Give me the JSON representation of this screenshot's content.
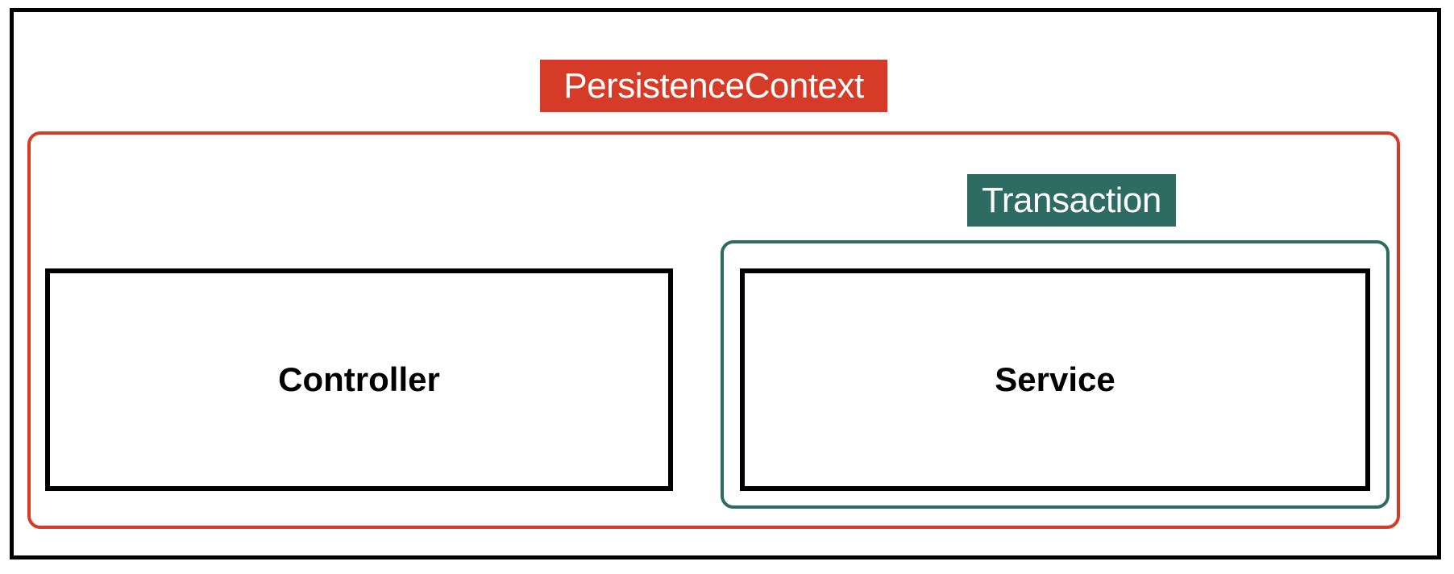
{
  "diagram": {
    "persistence_context": {
      "label": "PersistenceContext",
      "color": "#d63b27"
    },
    "transaction": {
      "label": "Transaction",
      "color": "#2d6b63"
    },
    "controller": {
      "label": "Controller"
    },
    "service": {
      "label": "Service"
    }
  }
}
